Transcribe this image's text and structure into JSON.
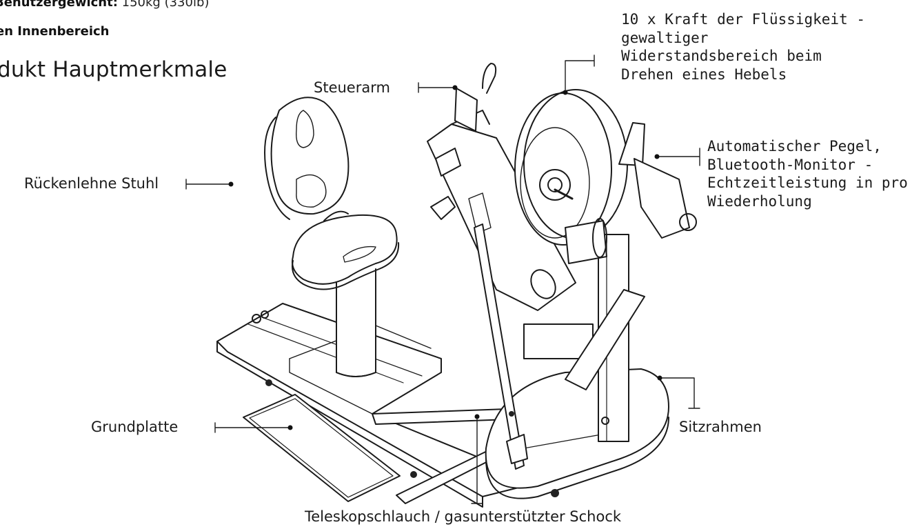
{
  "header": {
    "max_weight_label": "Benutzergewicht:",
    "max_weight_value": "150kg (330lb)",
    "indoor_label": "en Innenbereich",
    "section_title": "dukt Hauptmerkmale"
  },
  "callouts": {
    "steuerarm": "Steuerarm",
    "rueckenlehne": "Rückenlehne Stuhl",
    "grundplatte": "Grundplatte",
    "sitzrahmen": "Sitzrahmen",
    "teleskop": "Teleskopschlauch / gasunterstützter Schock",
    "kraft": [
      "10 x Kraft der Flüssigkeit -",
      "gewaltiger",
      "Widerstandsbereich beim",
      "Drehen eines Hebels"
    ],
    "monitor": [
      "Automatischer Pegel,",
      "Bluetooth-Monitor -",
      "Echtzeitleistung in pro",
      "Wiederholung"
    ]
  },
  "colors": {
    "ink": "#111111",
    "outline": "#1a1a1a",
    "fill": "#ffffff"
  }
}
